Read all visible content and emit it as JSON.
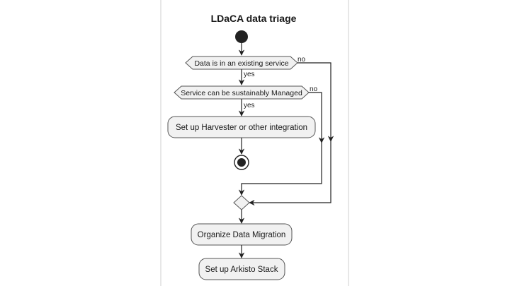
{
  "diagram": {
    "title": "LDaCA data triage",
    "decisions": [
      {
        "question": "Data is in an existing service",
        "yes_label": "yes",
        "no_label": "no"
      },
      {
        "question": "Service can be sustainably Managed",
        "yes_label": "yes",
        "no_label": "no"
      }
    ],
    "actions": {
      "harvester": "Set up Harvester or other integration",
      "migration": "Organize Data Migration",
      "arkisto": "Set up Arkisto Stack"
    }
  }
}
